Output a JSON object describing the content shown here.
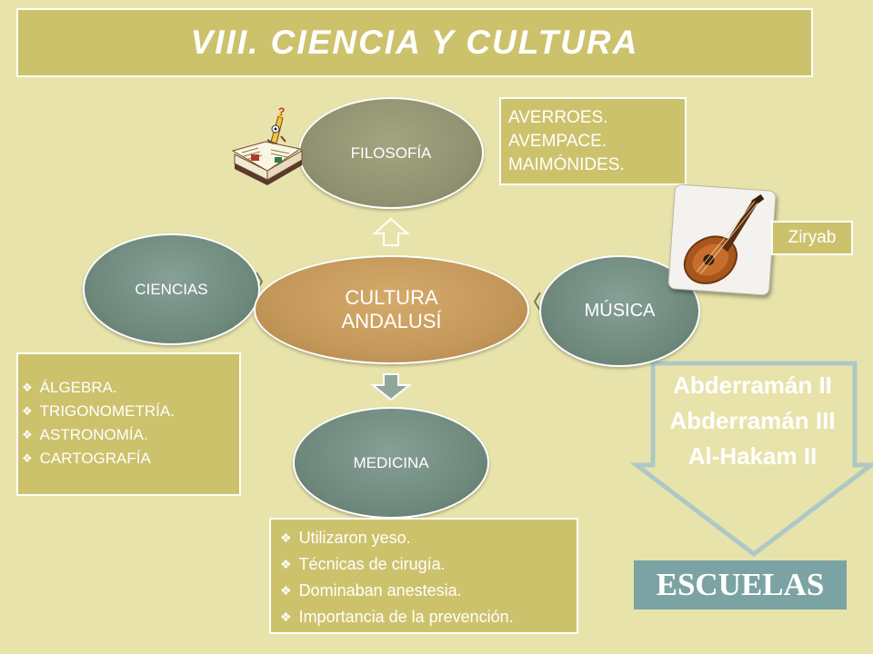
{
  "title": "VIII. CIENCIA Y CULTURA",
  "center": {
    "line1": "CULTURA",
    "line2": "ANDALUSÍ"
  },
  "nodes": {
    "filosofia": "FILOSOFÍA",
    "ciencias": "CIENCIAS",
    "musica": "MÚSICA",
    "medicina": "MEDICINA"
  },
  "filosofia_box": [
    "AVERROES.",
    "AVEMPACE.",
    "MAIMÓNIDES."
  ],
  "musica_box": "Ziryab",
  "ciencias_list": [
    "ÁLGEBRA.",
    "TRIGONOMETRÍA.",
    "ASTRONOMÍA.",
    "CARTOGRAFÍA"
  ],
  "medicina_list": [
    "Utilizaron yeso.",
    "Técnicas de cirugía.",
    "Dominaban anestesia.",
    "Importancia de la prevención."
  ],
  "rulers": [
    "Abderramán II",
    "Abderramán III",
    "Al-Hakam II"
  ],
  "escuelas": "ESCUELAS",
  "bullet_glyph": "❖",
  "colors": {
    "background": "#e8e3ab",
    "box": "#cdc26c",
    "center": "#c4975a",
    "node": "#6e887c",
    "escuelas": "#7ca3a3"
  }
}
